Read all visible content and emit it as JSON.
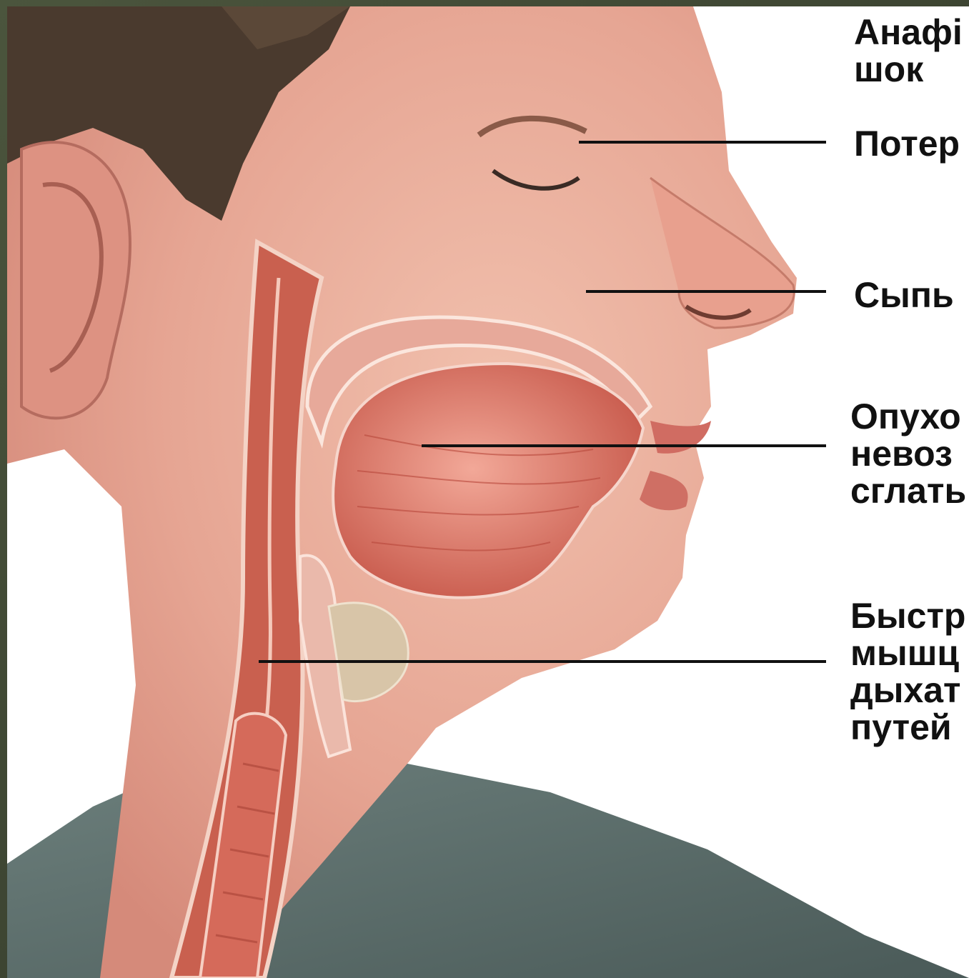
{
  "labels": {
    "anaphylaxis": "Анафі\nшок",
    "loss": "Потер",
    "rash": "Сыпь",
    "swelling": "Опухо\nневоз\nсглать",
    "spasm": "Быстр\nмышц\nдыхат\nпутей"
  },
  "colors": {
    "skin": "#e9b39d",
    "skin_red": "#d9766a",
    "hair": "#4a3a2e",
    "muscle": "#cc5b4e",
    "shirt": "#5d716e",
    "frame": "#3d4632"
  }
}
